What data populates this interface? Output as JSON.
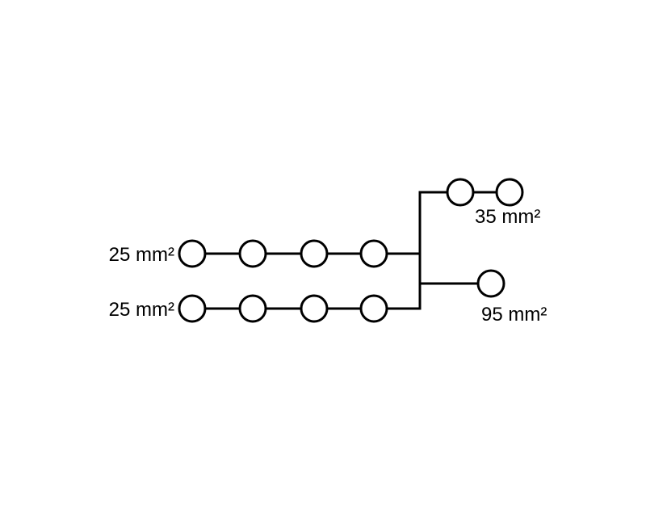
{
  "labels": {
    "input_top": "25 mm²",
    "input_bottom": "25 mm²",
    "output_top": "35 mm²",
    "output_bottom": "95 mm²"
  },
  "colors": {
    "line": "#000000",
    "background": "#ffffff"
  }
}
